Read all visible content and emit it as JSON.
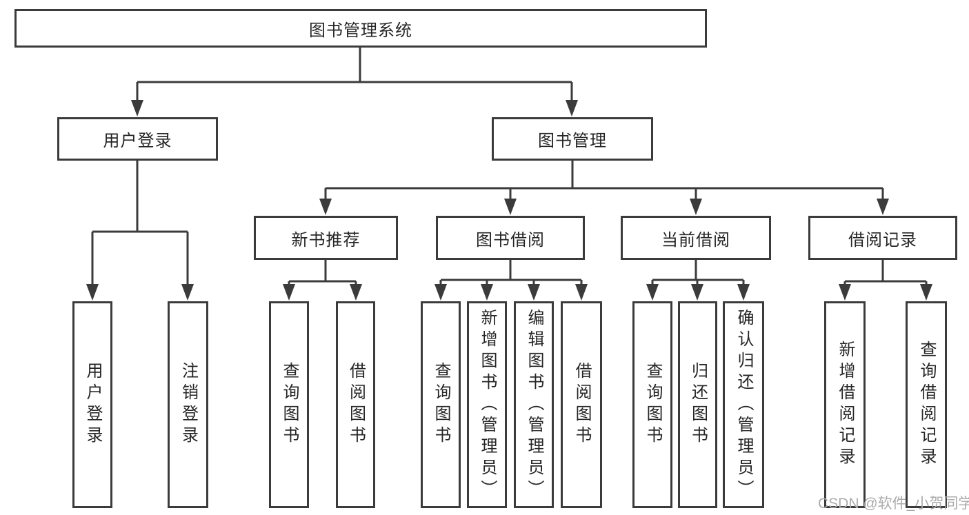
{
  "diagram_title": "图书管理系统",
  "nodes": {
    "root": {
      "label": "图书管理系统"
    },
    "level2": [
      {
        "id": "user-login",
        "label": "用户登录",
        "children": [
          "用户登录",
          "注销登录"
        ]
      },
      {
        "id": "book-management",
        "label": "图书管理",
        "children": [
          "新书推荐",
          "图书借阅",
          "当前借阅",
          "借阅记录"
        ]
      }
    ],
    "level3": [
      {
        "id": "new-book-recommend",
        "label": "新书推荐",
        "children": [
          "查询图书",
          "借阅图书"
        ]
      },
      {
        "id": "book-borrowing",
        "label": "图书借阅",
        "children": [
          "查询图书",
          "新增图书（管理员）",
          "编辑图书（管理员）",
          "借阅图书"
        ]
      },
      {
        "id": "current-borrowing",
        "label": "当前借阅",
        "children": [
          "查询图书",
          "归还图书",
          "确认归还（管理员）"
        ]
      },
      {
        "id": "borrowing-records",
        "label": "借阅记录",
        "children": [
          "新增借阅记录",
          "查询借阅记录"
        ]
      }
    ],
    "leaves": [
      {
        "label": "用户登录"
      },
      {
        "label": "注销登录"
      },
      {
        "label": "查询图书"
      },
      {
        "label": "借阅图书"
      },
      {
        "label": "查询图书"
      },
      {
        "label": "新增图书（管理员）"
      },
      {
        "label": "编辑图书（管理员）"
      },
      {
        "label": "借阅图书"
      },
      {
        "label": "查询图书"
      },
      {
        "label": "归还图书"
      },
      {
        "label": "确认归还（管理员）"
      },
      {
        "label": "新增借阅记录"
      },
      {
        "label": "查询借阅记录"
      }
    ]
  },
  "watermark": "CSDN @软件_小贺同学",
  "colors": {
    "line": "#3b3b3b",
    "box_fill": "#ffffff",
    "text": "#262626",
    "watermark": "#ababab",
    "background": "#ffffff"
  }
}
